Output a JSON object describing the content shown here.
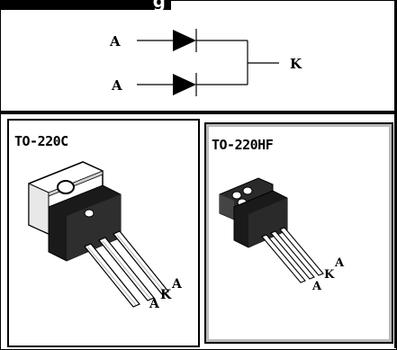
{
  "header": {
    "title": "Pin Configuration",
    "visible_fragment": "g"
  },
  "schematic": {
    "anode_top": "A",
    "anode_bottom": "A",
    "cathode": "K"
  },
  "packages": [
    {
      "name": "TO-220C",
      "pins": [
        "A",
        "K",
        "A"
      ]
    },
    {
      "name": "TO-220HF",
      "pins": [
        "A",
        "K",
        "A"
      ]
    }
  ]
}
